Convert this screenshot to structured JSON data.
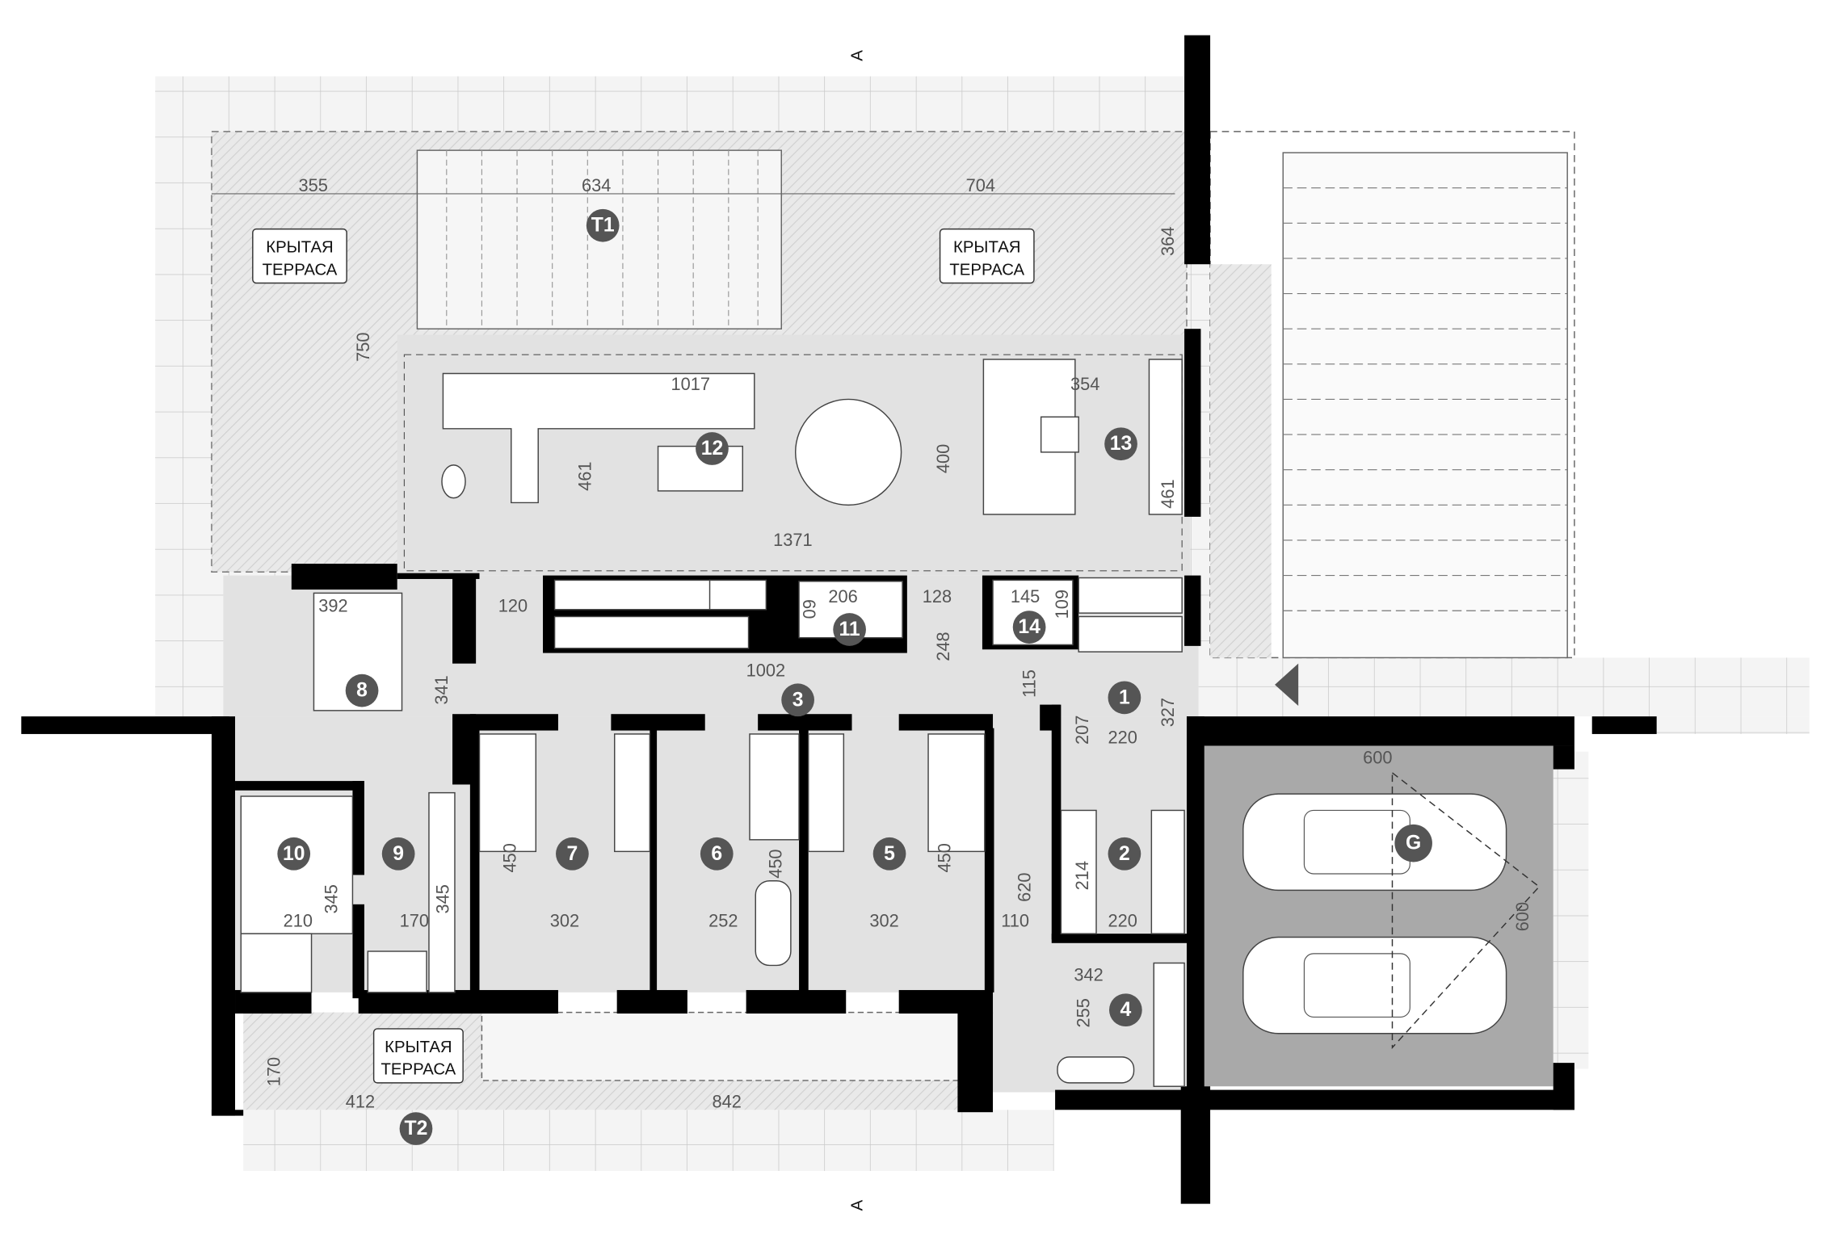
{
  "plan": {
    "terrace_label_line1": "КРЫТАЯ",
    "terrace_label_line2": "ТЕРРАСА",
    "section_marker": "A",
    "rooms": [
      "1",
      "2",
      "3",
      "4",
      "5",
      "6",
      "7",
      "8",
      "9",
      "10",
      "11",
      "12",
      "13",
      "14",
      "G",
      "T1",
      "T2"
    ],
    "dimensions": [
      "355",
      "634",
      "704",
      "364",
      "750",
      "1017",
      "354",
      "461",
      "400",
      "461",
      "1371",
      "392",
      "120",
      "206",
      "09",
      "128",
      "145",
      "109",
      "248",
      "341",
      "1002",
      "115",
      "327",
      "207",
      "220",
      "600",
      "600",
      "214",
      "220",
      "450",
      "450",
      "450",
      "345",
      "345",
      "210",
      "170",
      "302",
      "252",
      "302",
      "110",
      "620",
      "342",
      "255",
      "170",
      "412",
      "842"
    ]
  },
  "colors": {
    "wall": "#000000",
    "room": "#e2e2e2",
    "garage": "#a9a9a9",
    "marker": "#555555"
  }
}
